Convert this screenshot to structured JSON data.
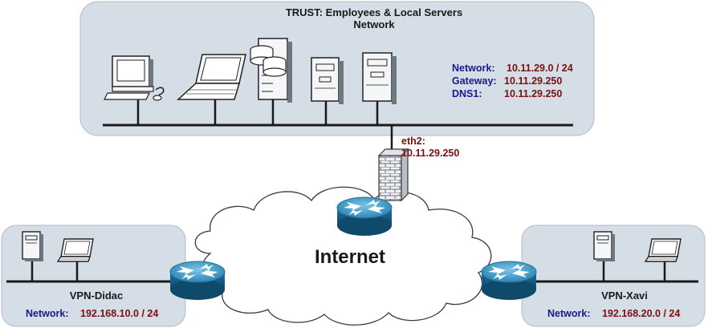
{
  "trust": {
    "title_line1": "TRUST: Employees & Local Servers",
    "title_line2": "Network",
    "network_label": "Network:",
    "network_value": "10.11.29.0 / 24",
    "gateway_label": "Gateway:",
    "gateway_value": "10.11.29.250",
    "dns_label": "DNS1:",
    "dns_value": "10.11.29.250"
  },
  "firewall": {
    "iface_label": "eth2:",
    "iface_value": "10.11.29.250"
  },
  "internet": {
    "label": "Internet"
  },
  "vpn_didac": {
    "title": "VPN-Didac",
    "network_label": "Network:",
    "network_value": "192.168.10.0 / 24"
  },
  "vpn_xavi": {
    "title": "VPN-Xavi",
    "network_label": "Network:",
    "network_value": "192.168.20.0 / 24"
  },
  "colors": {
    "panel_fill": "#d5dde6",
    "label_blue": "#1a1a8c",
    "value_red": "#7a1010",
    "router_blue": "#2a86b4"
  }
}
